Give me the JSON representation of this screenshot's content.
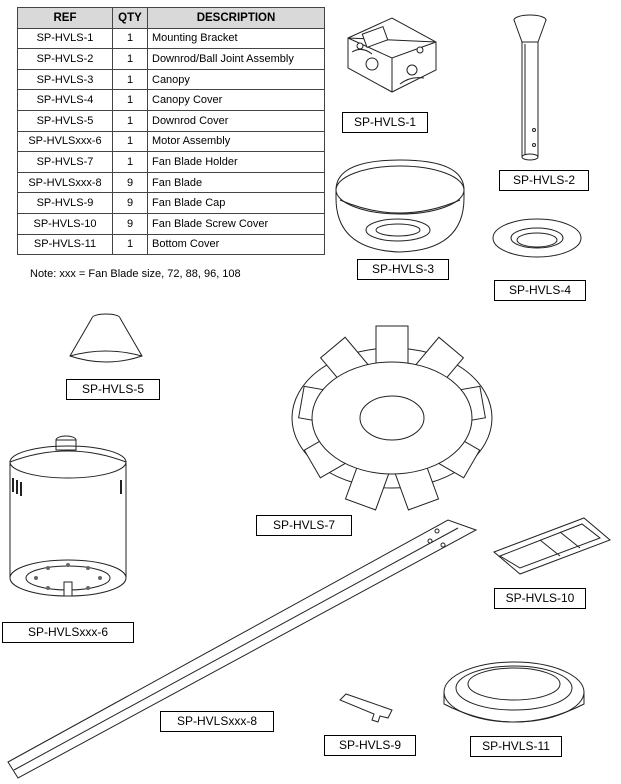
{
  "table": {
    "headers": [
      "REF",
      "QTY",
      "DESCRIPTION"
    ],
    "rows": [
      {
        "ref": "SP-HVLS-1",
        "qty": "1",
        "desc": "Mounting Bracket"
      },
      {
        "ref": "SP-HVLS-2",
        "qty": "1",
        "desc": "Downrod/Ball Joint Assembly"
      },
      {
        "ref": "SP-HVLS-3",
        "qty": "1",
        "desc": "Canopy"
      },
      {
        "ref": "SP-HVLS-4",
        "qty": "1",
        "desc": "Canopy Cover"
      },
      {
        "ref": "SP-HVLS-5",
        "qty": "1",
        "desc": "Downrod Cover"
      },
      {
        "ref": "SP-HVLSxxx-6",
        "qty": "1",
        "desc": "Motor Assembly"
      },
      {
        "ref": "SP-HVLS-7",
        "qty": "1",
        "desc": "Fan Blade Holder"
      },
      {
        "ref": "SP-HVLSxxx-8",
        "qty": "9",
        "desc": "Fan Blade"
      },
      {
        "ref": "SP-HVLS-9",
        "qty": "9",
        "desc": "Fan Blade Cap"
      },
      {
        "ref": "SP-HVLS-10",
        "qty": "9",
        "desc": "Fan Blade Screw Cover"
      },
      {
        "ref": "SP-HVLS-11",
        "qty": "1",
        "desc": "Bottom Cover"
      }
    ]
  },
  "note": "Note: xxx = Fan Blade size, 72, 88, 96, 108",
  "labels": {
    "p1": "SP-HVLS-1",
    "p2": "SP-HVLS-2",
    "p3": "SP-HVLS-3",
    "p4": "SP-HVLS-4",
    "p5": "SP-HVLS-5",
    "p6": "SP-HVLSxxx-6",
    "p7": "SP-HVLS-7",
    "p8": "SP-HVLSxxx-8",
    "p9": "SP-HVLS-9",
    "p10": "SP-HVLS-10",
    "p11": "SP-HVLS-11"
  }
}
